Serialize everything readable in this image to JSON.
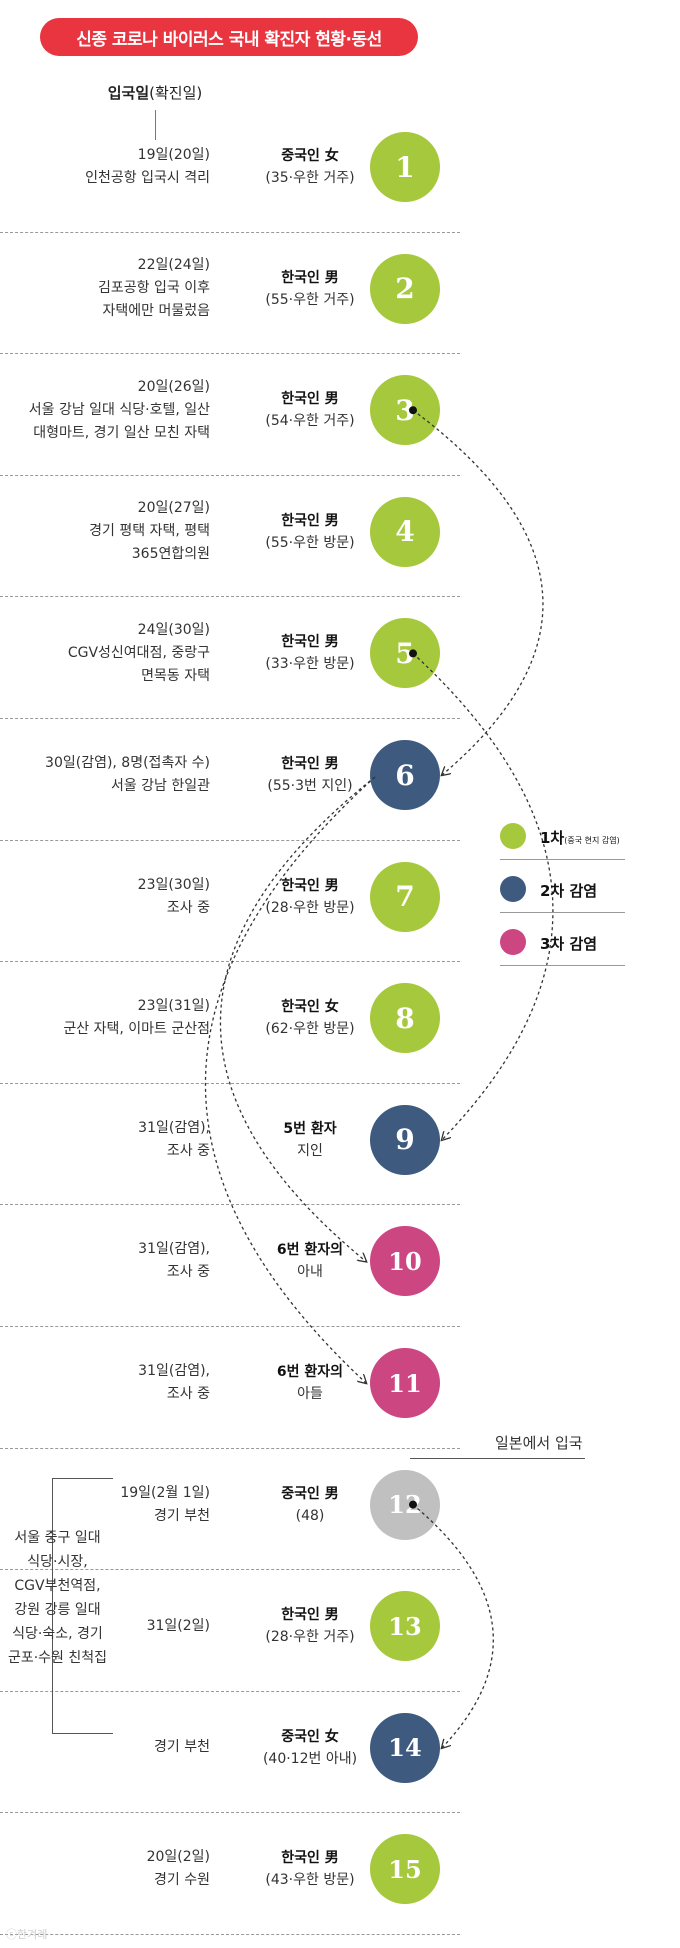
{
  "title": "신종 코로나 바이러스 국내 확진자 현황·동선",
  "header": {
    "bold": "입국일",
    "normal": "(확진일)"
  },
  "colors": {
    "first": "#a6c83c",
    "second": "#3e5a7e",
    "third": "#cc4682",
    "unknown": "#c0c0c0",
    "title_bg": "#e8353f"
  },
  "patients": [
    {
      "num": "1",
      "nat": "중국인 女",
      "info": "(35·우한 거주)",
      "date": "19일(20일)",
      "route": [
        "인천공항 입국시 격리"
      ],
      "type": "first"
    },
    {
      "num": "2",
      "nat": "한국인 男",
      "info": "(55·우한 거주)",
      "date": "22일(24일)",
      "route": [
        "김포공항 입국 이후",
        "자택에만 머물렀음"
      ],
      "type": "first"
    },
    {
      "num": "3",
      "nat": "한국인 男",
      "info": "(54·우한 거주)",
      "date": "20일(26일)",
      "route": [
        "서울 강남 일대 식당·호텔, 일산",
        "대형마트, 경기 일산 모친 자택"
      ],
      "type": "first"
    },
    {
      "num": "4",
      "nat": "한국인 男",
      "info": "(55·우한 방문)",
      "date": "20일(27일)",
      "route": [
        "경기 평택 자택, 평택",
        "365연합의원"
      ],
      "type": "first"
    },
    {
      "num": "5",
      "nat": "한국인 男",
      "info": "(33·우한 방문)",
      "date": "24일(30일)",
      "route": [
        "CGV성신여대점, 중랑구",
        "면목동 자택"
      ],
      "type": "first"
    },
    {
      "num": "6",
      "nat": "한국인 男",
      "info": "(55·3번 지인)",
      "date": "30일(감염), 8명(접촉자 수)",
      "route": [
        "서울 강남 한일관"
      ],
      "type": "second"
    },
    {
      "num": "7",
      "nat": "한국인 男",
      "info": "(28·우한 방문)",
      "date": "23일(30일)",
      "route": [
        "조사 중"
      ],
      "type": "first"
    },
    {
      "num": "8",
      "nat": "한국인 女",
      "info": "(62·우한 방문)",
      "date": "23일(31일)",
      "route": [
        "군산 자택, 이마트 군산점"
      ],
      "type": "first"
    },
    {
      "num": "9",
      "nat": "5번 환자",
      "info": "지인",
      "date": "31일(감염),",
      "route": [
        "조사 중"
      ],
      "type": "second"
    },
    {
      "num": "10",
      "nat": "6번 환자의",
      "info": "아내",
      "date": "31일(감염),",
      "route": [
        "조사 중"
      ],
      "type": "third"
    },
    {
      "num": "11",
      "nat": "6번 환자의",
      "info": "아들",
      "date": "31일(감염),",
      "route": [
        "조사 중"
      ],
      "type": "third"
    },
    {
      "num": "12",
      "nat": "중국인 男",
      "info": "(48)",
      "date": "19일(2월 1일)",
      "route": [
        "경기 부천"
      ],
      "type": "unknown"
    },
    {
      "num": "13",
      "nat": "한국인 男",
      "info": "(28·우한 거주)",
      "date": "31일(2일)",
      "route": [],
      "type": "first"
    },
    {
      "num": "14",
      "nat": "중국인 女",
      "info": "(40·12번 아내)",
      "date": "",
      "route": [
        "경기 부천"
      ],
      "type": "second"
    },
    {
      "num": "15",
      "nat": "한국인 男",
      "info": "(43·우한 방문)",
      "date": "20일(2일)",
      "route": [
        "경기 수원"
      ],
      "type": "first"
    }
  ],
  "legend": [
    {
      "label": "1차",
      "note": "(중국 현지 감염)",
      "type": "first"
    },
    {
      "label": "2차 감염",
      "note": "",
      "type": "second"
    },
    {
      "label": "3차 감염",
      "note": "",
      "type": "third"
    }
  ],
  "japan_note": "일본에서 입국",
  "shared_route": [
    "서울 중구 일대",
    "식당·시장,",
    "CGV부천역점,",
    "강원 강릉 일대",
    "식당·숙소, 경기",
    "군포·수원 친척집"
  ],
  "watermark": "ⓒ한겨레",
  "transmissions": [
    {
      "from": "3",
      "to": "6"
    },
    {
      "from": "5",
      "to": "9"
    },
    {
      "from": "6",
      "to": "10"
    },
    {
      "from": "6",
      "to": "11"
    },
    {
      "from": "12",
      "to": "14"
    }
  ]
}
